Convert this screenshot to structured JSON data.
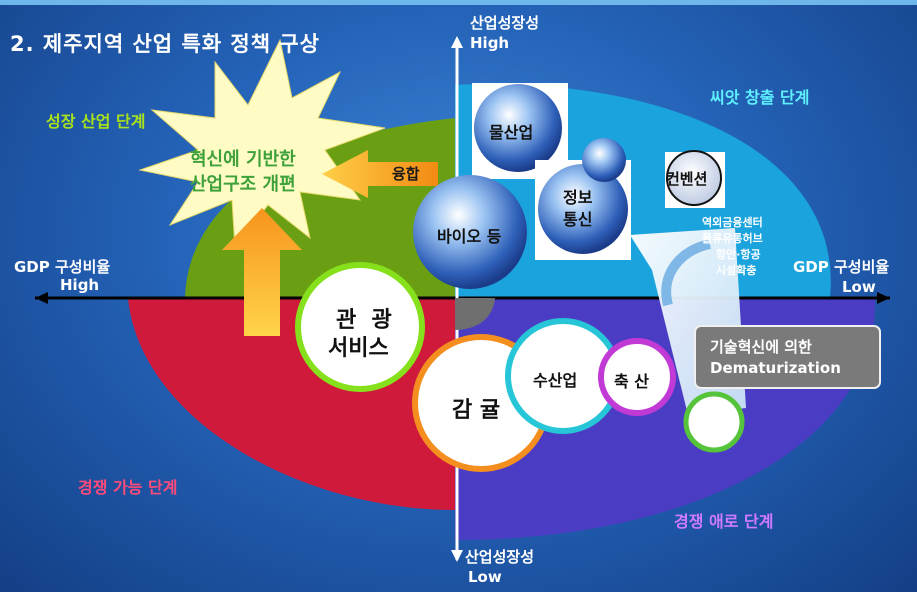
{
  "header": {
    "title": "2. 제주지역 산업 특화 정책 구상"
  },
  "axes": {
    "y_top": "산업성장성",
    "y_top_sub": "High",
    "y_bottom": "산업성장성",
    "y_bottom_sub": "Low",
    "x_left": "GDP 구성비율",
    "x_left_sub": "High",
    "x_right": "GDP 구성비율",
    "x_right_sub": "Low"
  },
  "quadrants": {
    "growth": "성장 산업 단계",
    "seed": "씨앗 창출 단계",
    "competitive": "경쟁 가능 단계",
    "difficult": "경쟁 애로 단계"
  },
  "starburst": {
    "line1": "혁신에 기반한",
    "line2": "산업구조 개편"
  },
  "convergence": {
    "label": "융합"
  },
  "bubbles": {
    "water_industry": "물산업",
    "bio": "바이오 등",
    "info_line1": "정보",
    "info_line2": "통신",
    "convention": "컨벤션",
    "tourism_line1": "관  광",
    "tourism_line2": "서비스",
    "citrus": "감 귤",
    "fishery": "수산업",
    "livestock": "축 산"
  },
  "seed_note": [
    "역외금융센터",
    "물류유통허브",
    "항만·항공",
    "시설확충"
  ],
  "innovation_box": {
    "line1": "기술혁신에 의한",
    "line2": "Dematurization"
  },
  "colors": {
    "growth": "#6a9f14",
    "seed": "#1aa3dc",
    "competitive": "#d01a3c",
    "difficult": "#4b3cc4",
    "star": "#fffbc4",
    "arrow": "#f6a21a"
  }
}
